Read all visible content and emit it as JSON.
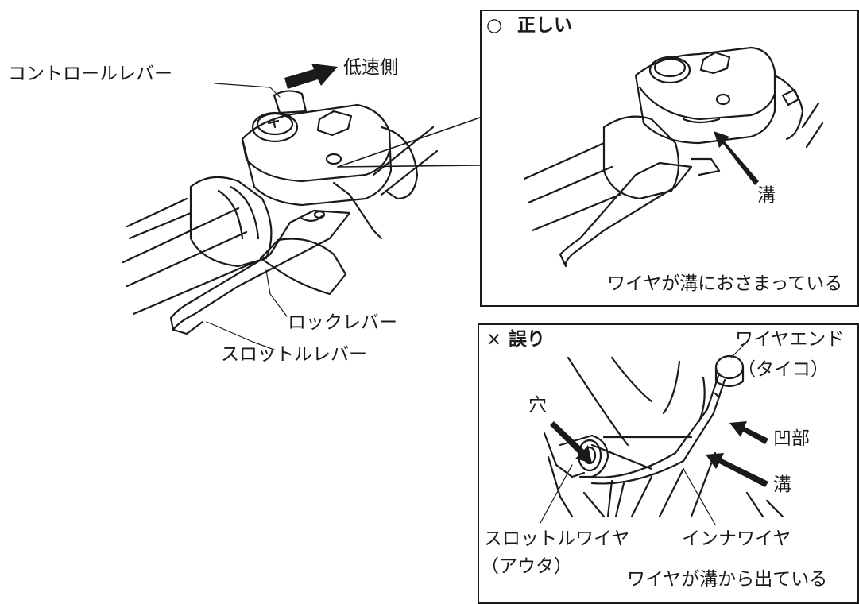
{
  "main_labels": {
    "control_lever": "コントロールレバー",
    "low_speed_side": "低速側",
    "lock_lever": "ロックレバー",
    "throttle_lever": "スロットルレバー"
  },
  "correct_panel": {
    "mark": "○",
    "heading": "正しい",
    "groove_label": "溝",
    "caption": "ワイヤが溝におさまっている"
  },
  "wrong_panel": {
    "mark": "×",
    "heading": "誤り",
    "wire_end": "ワイヤエンド",
    "wire_end_note": "（タイコ）",
    "hole": "穴",
    "recess": "凹部",
    "groove": "溝",
    "throttle_wire": "スロットルワイヤ",
    "throttle_wire_note": "（アウタ）",
    "inner_wire": "インナワイヤ",
    "caption": "ワイヤが溝から出ている"
  },
  "colors": {
    "ink": "#1a1a1a",
    "background": "#ffffff"
  }
}
